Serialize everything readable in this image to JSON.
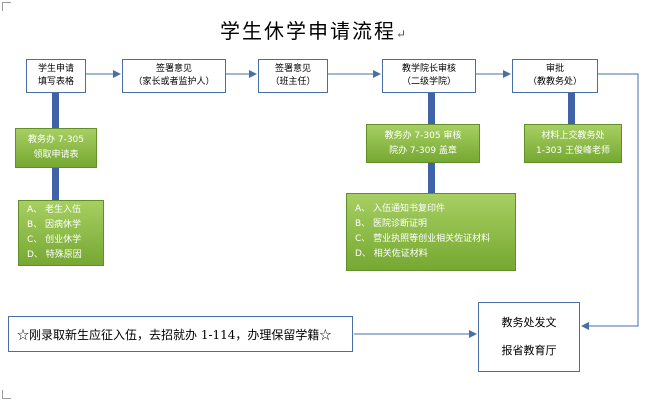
{
  "title": "学生休学申请流程",
  "paragraph_mark": "↵",
  "steps": [
    {
      "lines": [
        "学生申请",
        "填写表格"
      ]
    },
    {
      "lines": [
        "签署意见",
        "（家长或者监护人）"
      ]
    },
    {
      "lines": [
        "签署意见",
        "（班主任）"
      ]
    },
    {
      "lines": [
        "教学院长审核",
        "（二级学院）"
      ]
    },
    {
      "lines": [
        "审批",
        "（教教务处）"
      ]
    }
  ],
  "notes": {
    "fetch_form": {
      "lines": [
        "教务办 7-305",
        "领取申请表"
      ]
    },
    "reasons": {
      "lines": [
        "A、 老生入伍",
        "B、 因病休学",
        "C、 创业休学",
        "D、 特殊原因"
      ]
    },
    "review_stamp": {
      "lines": [
        "教务办 7-305  审核",
        "院办  7-309  盖章"
      ]
    },
    "materials": {
      "lines": [
        "A、 入伍通知书复印件",
        "B、 医院诊断证明",
        "C、 营业执照等创业相关佐证材料",
        "D、 相关佐证材料"
      ]
    },
    "submit": {
      "lines": [
        "材料上交教务处",
        "1-303  王俊峰老师"
      ]
    }
  },
  "notice": "☆刚录取新生应征入伍，去招就办 1-114，办理保留学籍☆",
  "final": {
    "lines": [
      "教务处发文",
      "报省教育厅"
    ]
  }
}
